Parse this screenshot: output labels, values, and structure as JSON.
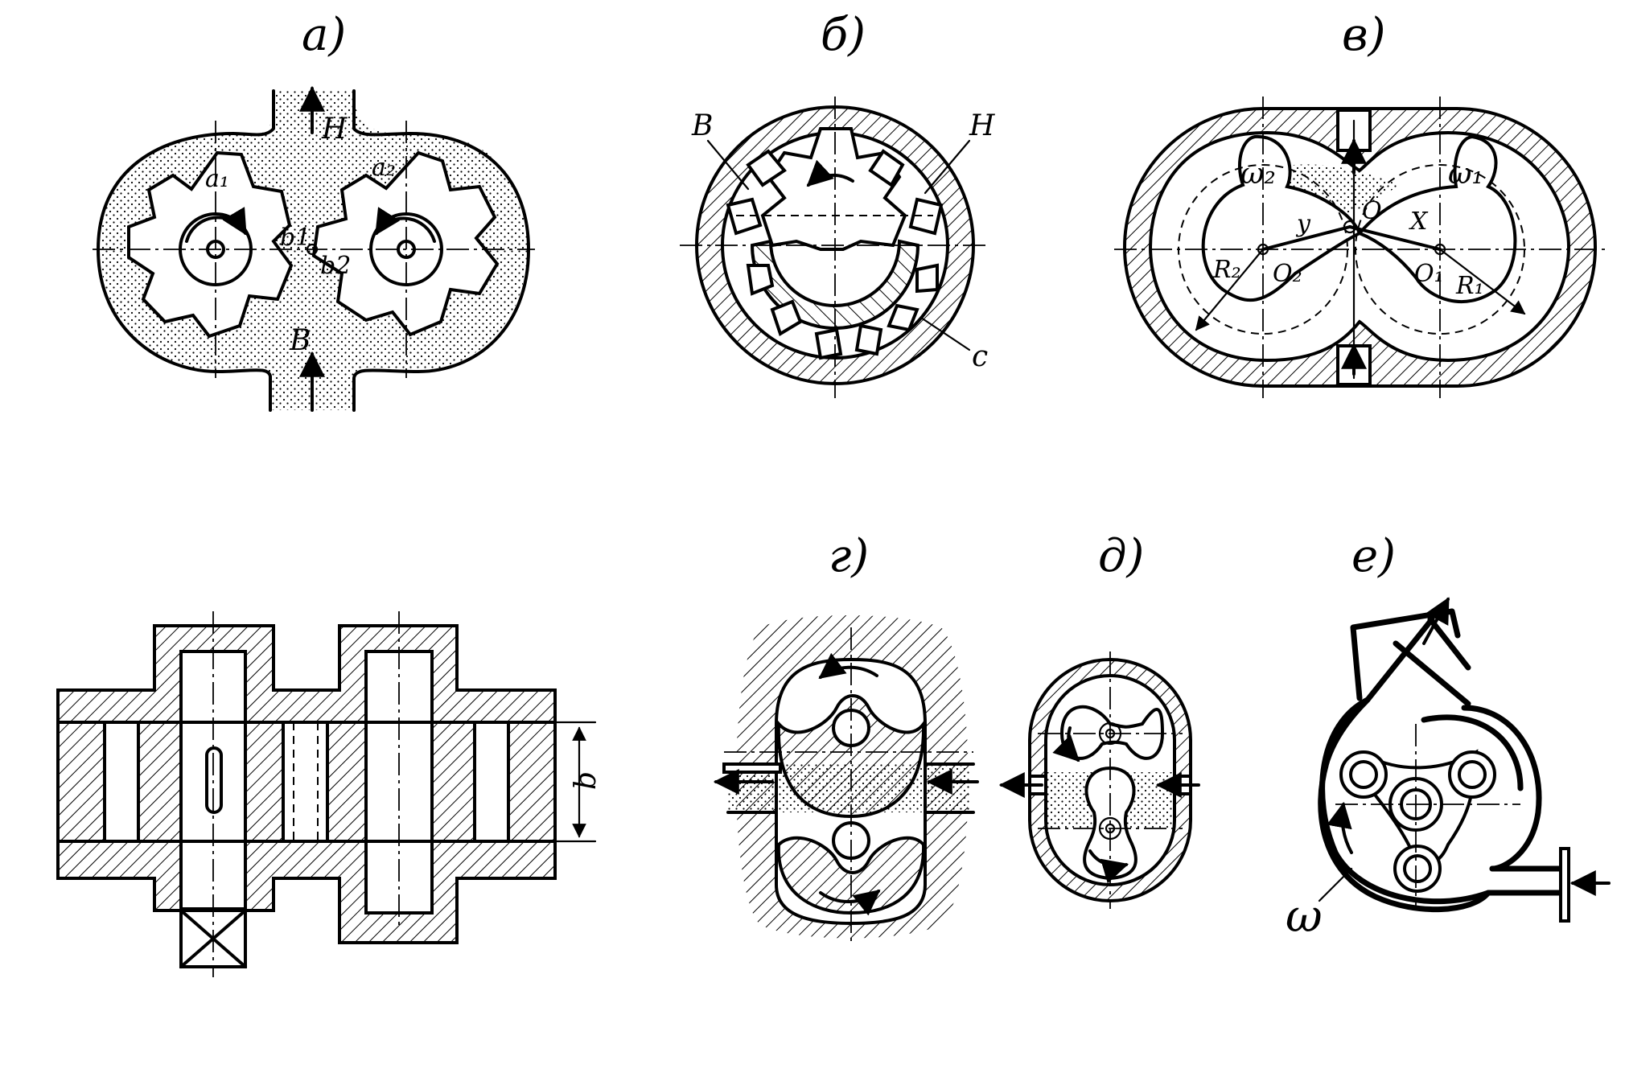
{
  "panels": {
    "a": {
      "letter": "а)",
      "labels": {
        "H": "H",
        "B": "B",
        "a1": "a₁",
        "a2": "a₂",
        "b1": "b1",
        "b2": "b2"
      }
    },
    "b": {
      "letter": "б)",
      "labels": {
        "B": "B",
        "H": "H",
        "c": "c"
      }
    },
    "v": {
      "letter": "в)",
      "labels": {
        "w2": "ω₂",
        "w1": "ω₁",
        "y": "y",
        "O": "O",
        "X": "X",
        "R2": "R₂",
        "R1": "R₁",
        "O2": "O₂",
        "O1": "O₁"
      }
    },
    "section": {
      "labels": {
        "b": "b"
      }
    },
    "g": {
      "letter": "г)"
    },
    "d": {
      "letter": "д)"
    },
    "e": {
      "letter": "е)",
      "labels": {
        "w": "ω"
      }
    }
  }
}
